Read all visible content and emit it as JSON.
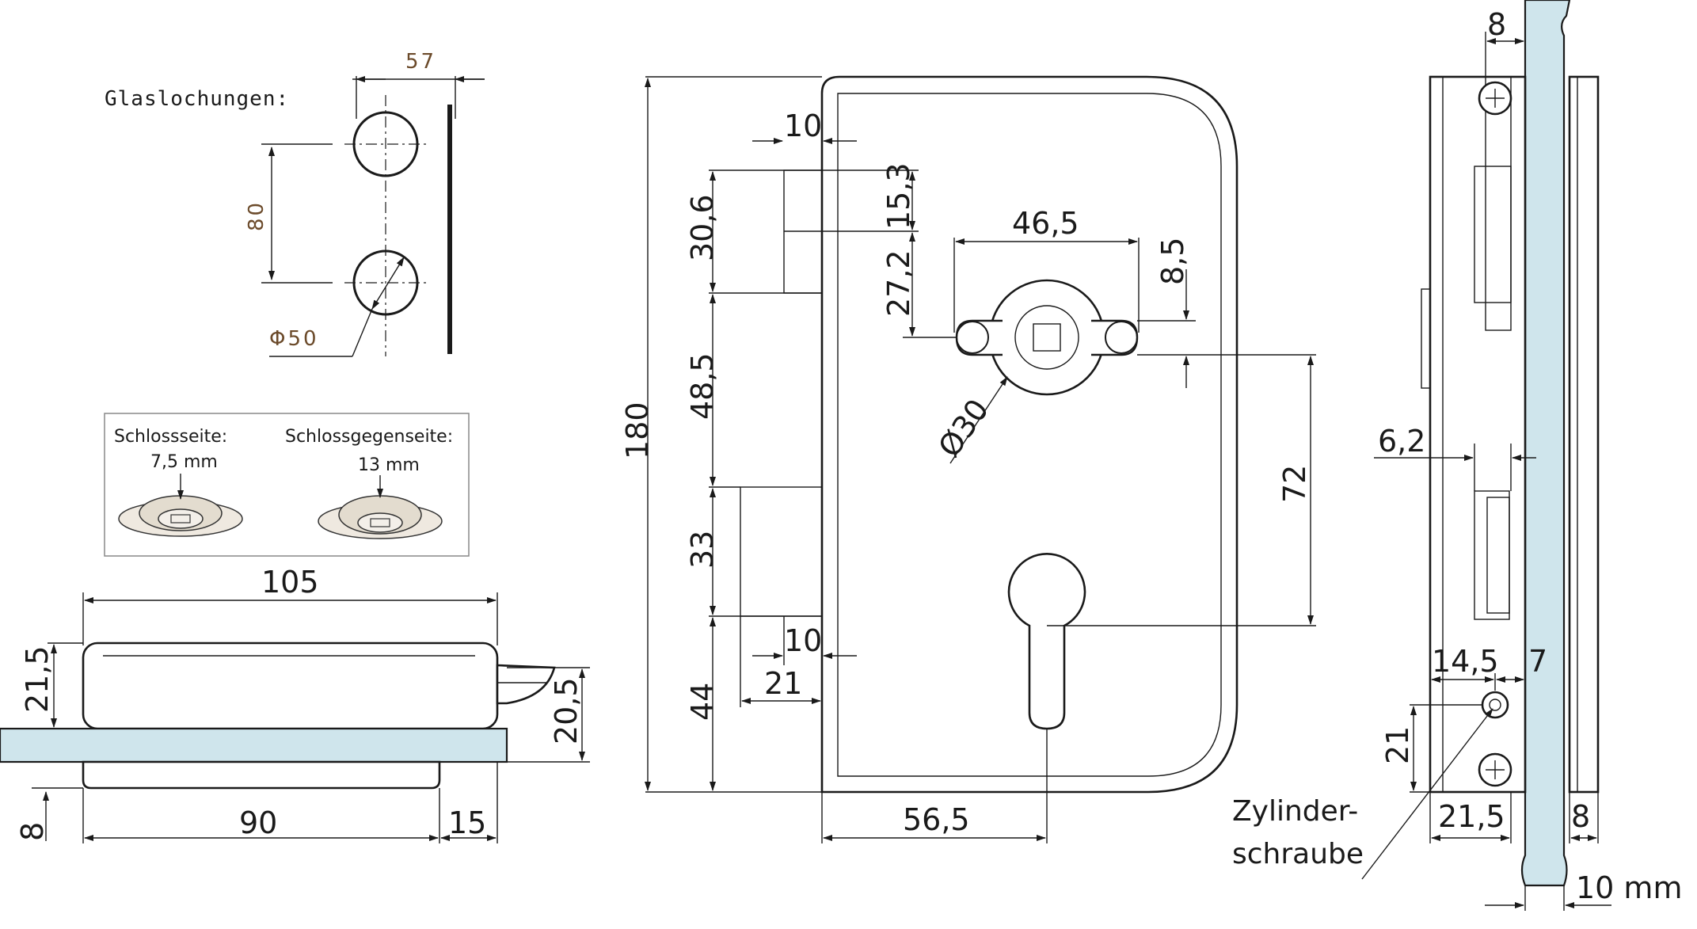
{
  "glass_holes": {
    "title": "Glaslochungen:",
    "spacing_horizontal": "57",
    "spacing_vertical": "80",
    "diameter": "Φ50"
  },
  "inset_box": {
    "lock_side_label": "Schlossseite:",
    "lock_side_value": "7,5 mm",
    "opposite_side_label": "Schlossgegenseite:",
    "opposite_side_value": "13 mm"
  },
  "top_view": {
    "overall_width": "105",
    "height_left": "21,5",
    "height_right": "20,5",
    "glass_offset": "8",
    "base_width": "90",
    "latch_width": "15"
  },
  "front_view": {
    "overall_height": "180",
    "frame_offset_top": "10",
    "latch_height": "30,6",
    "latch_center": "15,3",
    "spindle_offset": "27,2",
    "hole_spacing": "46,5",
    "hole_offset": "8,5",
    "mid_section": "48,5",
    "rosette_diameter": "Ø30",
    "spindle_to_cylinder": "72",
    "bolt_height": "33",
    "frame_offset_bottom": "10",
    "bolt_projection": "21",
    "bottom_section": "44",
    "backset": "56,5"
  },
  "side_view": {
    "top_width": "8",
    "faceplate_offset": "6,2",
    "screw_offset": "14,5",
    "screw_to_glass": "7",
    "screw_height": "21",
    "base_width": "21,5",
    "right_width": "8",
    "screw_label_line1": "Zylinder-",
    "screw_label_line2": "schraube",
    "glass_thickness": "10 mm"
  }
}
